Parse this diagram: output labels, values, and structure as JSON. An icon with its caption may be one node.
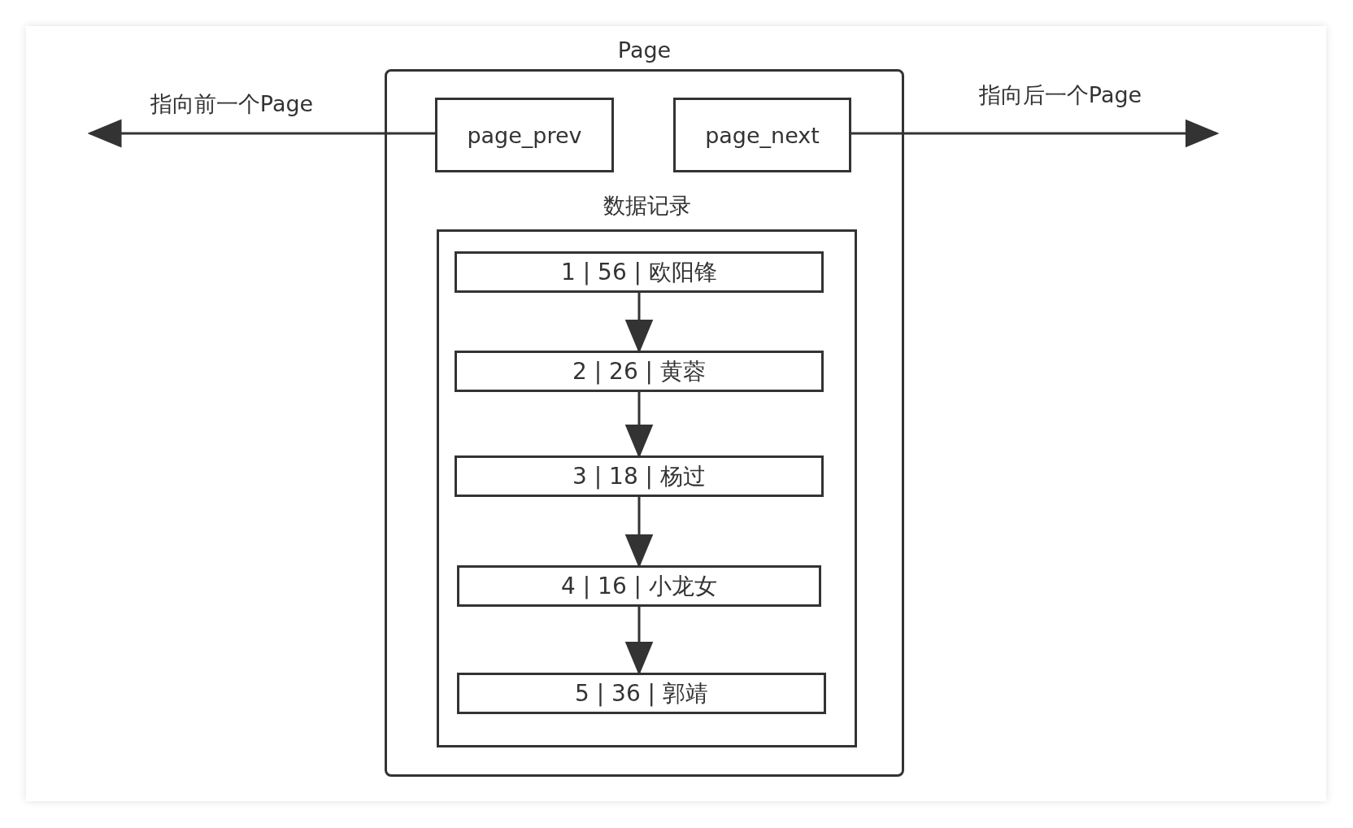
{
  "diagram": {
    "nodes": [
      {
        "text": [
          "Page"
        ]
      },
      {
        "text": [
          "page_prev"
        ],
        "in": 0
      },
      {
        "text": [
          "page_next"
        ],
        "in": 0
      },
      {
        "text": [
          "数据记录"
        ],
        "in": 0
      },
      {
        "text": [
          "1 | 56 | 欧阳锋"
        ],
        "in": 3
      },
      {
        "text": [
          "2 | 26 | 黄蓉"
        ],
        "in": 3
      },
      {
        "text": [
          "3 | 18 | 杨过"
        ],
        "in": 3
      },
      {
        "text": [
          "4 | 16 | 小龙女"
        ],
        "in": 3
      },
      {
        "text": [
          "5 | 36 | 郭靖"
        ],
        "in": 3
      }
    ],
    "edges": [
      {
        "from": 1,
        "to": null,
        "arrow": "to",
        "label": "指向前一个Page"
      },
      {
        "from": 2,
        "to": null,
        "arrow": "to",
        "label": "指向后一个Page"
      },
      {
        "from": 4,
        "to": 5,
        "arrow": "to"
      },
      {
        "from": 5,
        "to": 6,
        "arrow": "to"
      },
      {
        "from": 6,
        "to": 7,
        "arrow": "to"
      },
      {
        "from": 7,
        "to": 8,
        "arrow": "to"
      }
    ]
  }
}
